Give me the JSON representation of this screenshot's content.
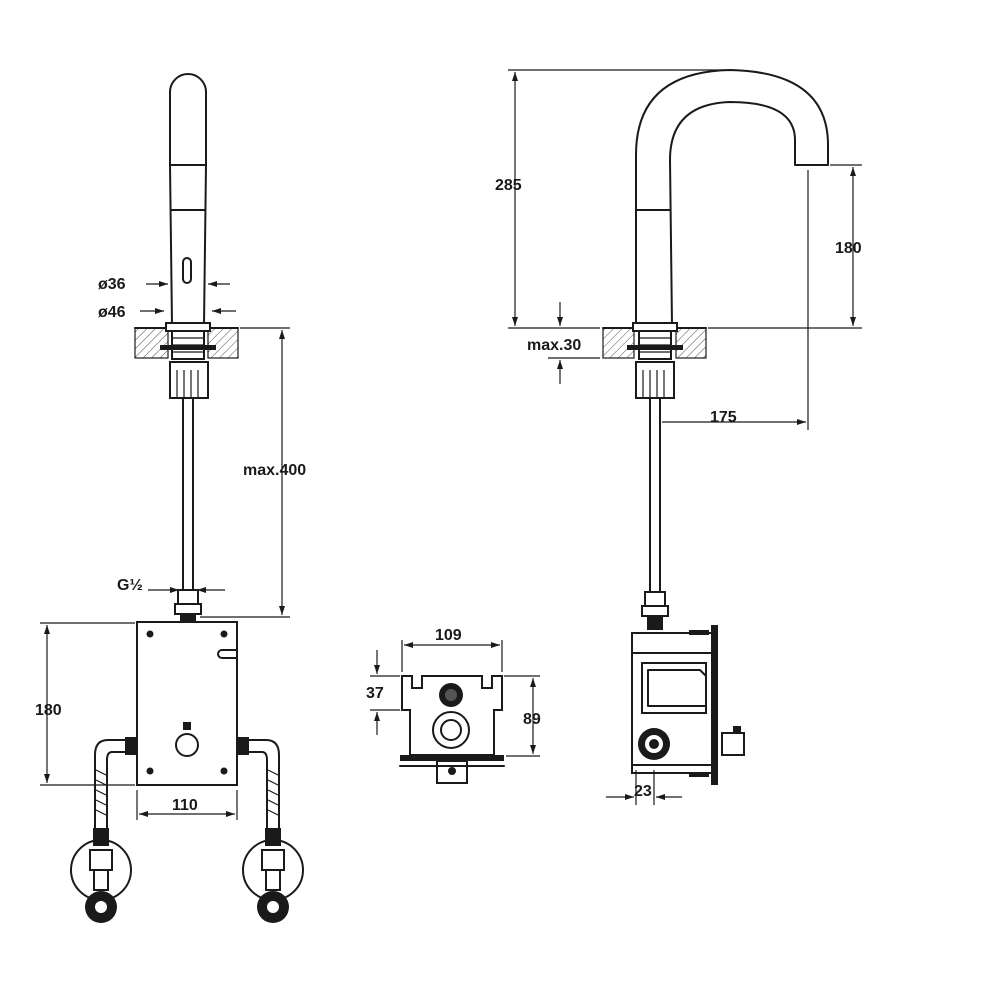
{
  "dimensions": {
    "front": {
      "dia_spout": "ø36",
      "dia_base": "ø46",
      "max_hose": "max.400",
      "thread": "G½",
      "box_height": "180",
      "box_width": "110"
    },
    "side": {
      "total_height": "285",
      "outlet_height": "180",
      "reach": "175",
      "max_thickness": "max.30"
    },
    "module": {
      "width": "109",
      "top_offset": "37",
      "height": "89"
    },
    "module_side": {
      "offset": "23"
    }
  }
}
